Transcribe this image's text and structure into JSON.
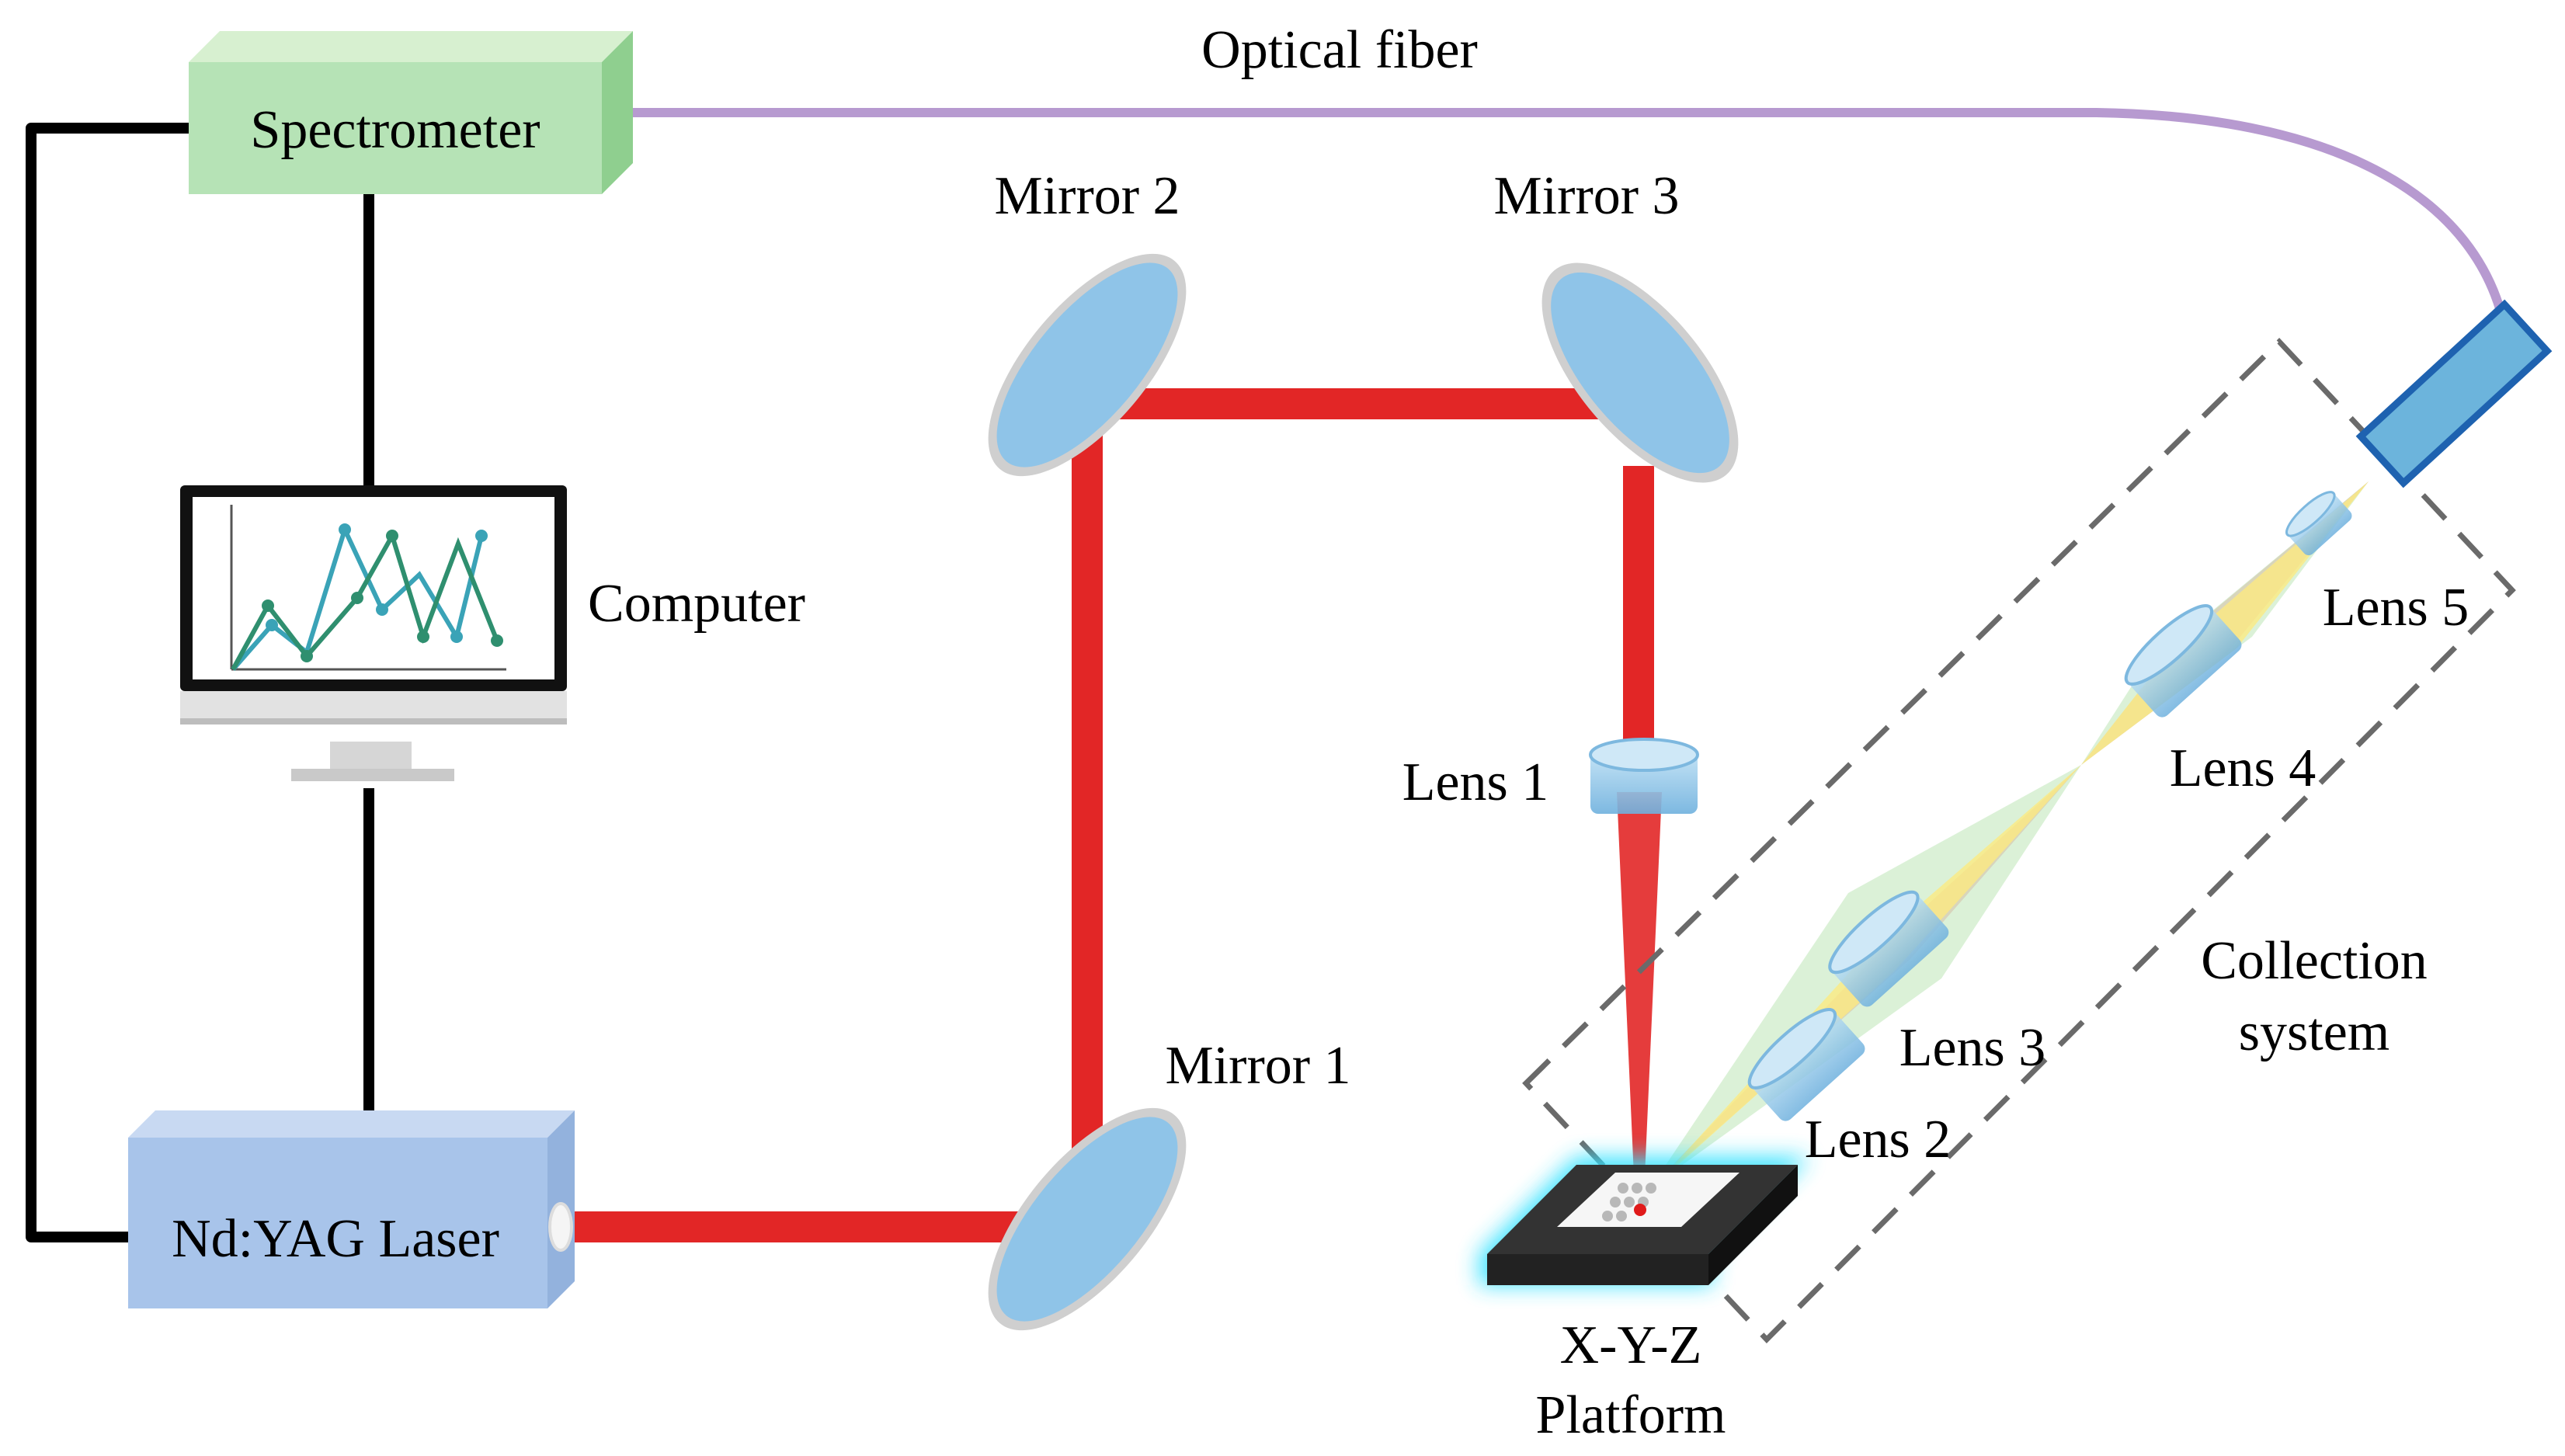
{
  "labels": {
    "spectrometer": "Spectrometer",
    "optical_fiber": "Optical fiber",
    "computer": "Computer",
    "laser": "Nd:YAG Laser",
    "mirror1": "Mirror 1",
    "mirror2": "Mirror 2",
    "mirror3": "Mirror 3",
    "lens1": "Lens 1",
    "lens2": "Lens 2",
    "lens3": "Lens 3",
    "lens4": "Lens 4",
    "lens5": "Lens 5",
    "collection_line1": "Collection",
    "collection_line2": "system",
    "platform_line1": "X-Y-Z",
    "platform_line2": "Platform"
  },
  "colors": {
    "laser_beam": "#e01a1a",
    "optical_fiber": "#b79ad0",
    "spectrometer_front": "#b6e3b6",
    "spectrometer_side": "#8fcf8f",
    "laser_box": "#a8c4ea",
    "mirror": "#8fc4e8",
    "collector": "#6cb4dc",
    "platform_glow": "#33e1ff",
    "cable": "#000000",
    "dashed_box": "#666666"
  },
  "icons": {
    "computer": "monitor-with-line-chart-icon"
  }
}
